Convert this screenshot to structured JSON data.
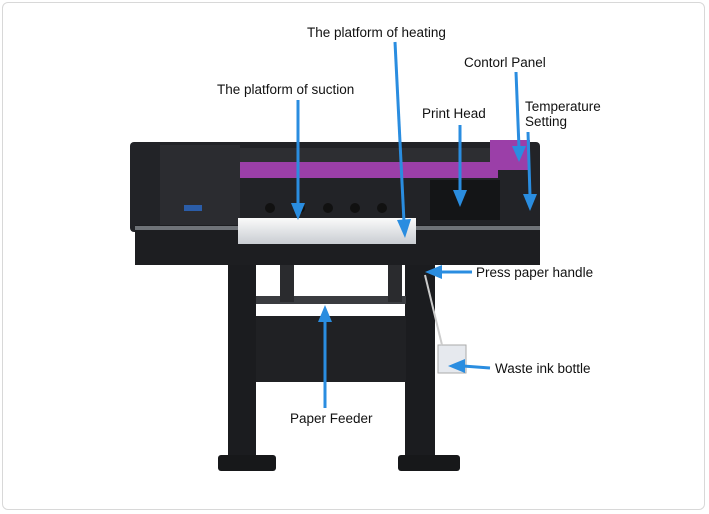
{
  "labels": {
    "heating": "The platform of heating",
    "suction": "The platform of suction",
    "control_panel": "Contorl Panel",
    "print_head": "Print Head",
    "temperature_line1": "Temperature",
    "temperature_line2": "Setting",
    "press_paper_handle": "Press paper handle",
    "waste_ink_bottle": "Waste ink bottle",
    "paper_feeder": "Paper Feeder"
  },
  "colors": {
    "arrow": "#2a8de0",
    "accent": "#9b3fa8",
    "body": "#1e1f22"
  }
}
